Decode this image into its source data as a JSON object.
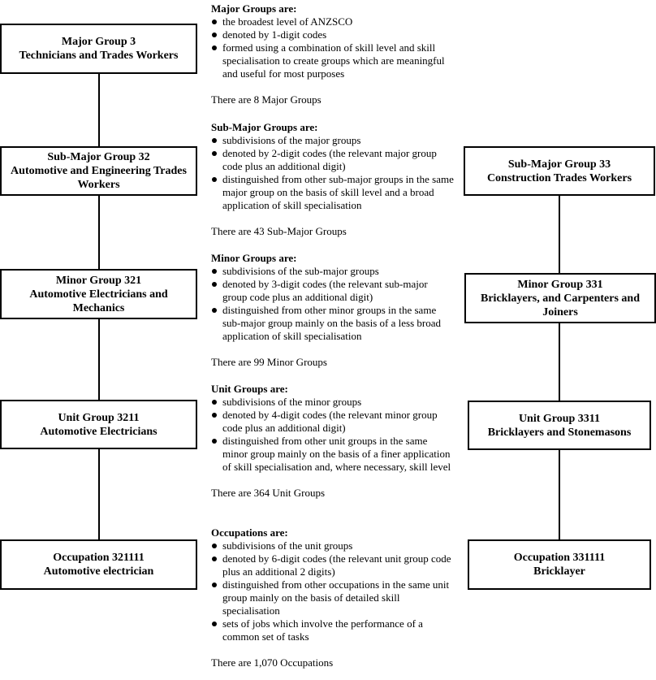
{
  "left_column": [
    {
      "lines": [
        "Major Group 3",
        "Technicians and Trades Workers"
      ]
    },
    {
      "lines": [
        "Sub-Major Group 32",
        "Automotive and Engineering Trades",
        "Workers"
      ]
    },
    {
      "lines": [
        "Minor Group 321",
        "Automotive Electricians and",
        "Mechanics"
      ]
    },
    {
      "lines": [
        "Unit Group 3211",
        "Automotive Electricians"
      ]
    },
    {
      "lines": [
        "Occupation 321111",
        "Automotive electrician"
      ]
    }
  ],
  "right_column": [
    {
      "lines": [
        "Sub-Major Group 33",
        "Construction Trades Workers"
      ]
    },
    {
      "lines": [
        "Minor Group 331",
        "Bricklayers, and Carpenters and",
        "Joiners"
      ]
    },
    {
      "lines": [
        "Unit Group 3311",
        "Bricklayers and Stonemasons"
      ]
    },
    {
      "lines": [
        "Occupation 331111",
        "Bricklayer"
      ]
    }
  ],
  "descriptions": [
    {
      "heading": "Major Groups are:",
      "bullets": [
        "the broadest level of ANZSCO",
        "denoted by 1-digit codes",
        "formed using a combination of skill level and skill specialisation to create groups which are meaningful and useful for most purposes"
      ],
      "count": "There are 8 Major Groups"
    },
    {
      "heading": "Sub-Major Groups are:",
      "bullets": [
        "subdivisions of the major groups",
        "denoted by 2-digit codes (the relevant major group code plus an additional digit)",
        "distinguished from other sub-major groups in the same major group on the basis of skill level and a broad application of skill specialisation"
      ],
      "count": "There are 43 Sub-Major Groups"
    },
    {
      "heading": "Minor Groups are:",
      "bullets": [
        "subdivisions of the sub-major groups",
        "denoted by 3-digit codes (the relevant sub-major group code plus an additional digit)",
        "distinguished from other minor groups in the same sub-major group mainly on the basis of a less broad application of skill specialisation"
      ],
      "count": "There are 99 Minor Groups"
    },
    {
      "heading": "Unit Groups are:",
      "bullets": [
        "subdivisions of the minor groups",
        "denoted by 4-digit codes (the relevant minor group code plus an additional digit)",
        "distinguished from other unit groups in the same minor group mainly on the basis of a finer application of skill specialisation and, where necessary, skill level"
      ],
      "count": "There are 364 Unit Groups"
    },
    {
      "heading": "Occupations are:",
      "bullets": [
        "subdivisions of the unit groups",
        "denoted by 6-digit codes (the relevant unit group code plus an additional 2 digits)",
        "distinguished from other occupations in the same unit group mainly on the basis of detailed skill specialisation",
        "sets of jobs which involve the performance of a common set of tasks"
      ],
      "count": "There are 1,070 Occupations"
    }
  ]
}
